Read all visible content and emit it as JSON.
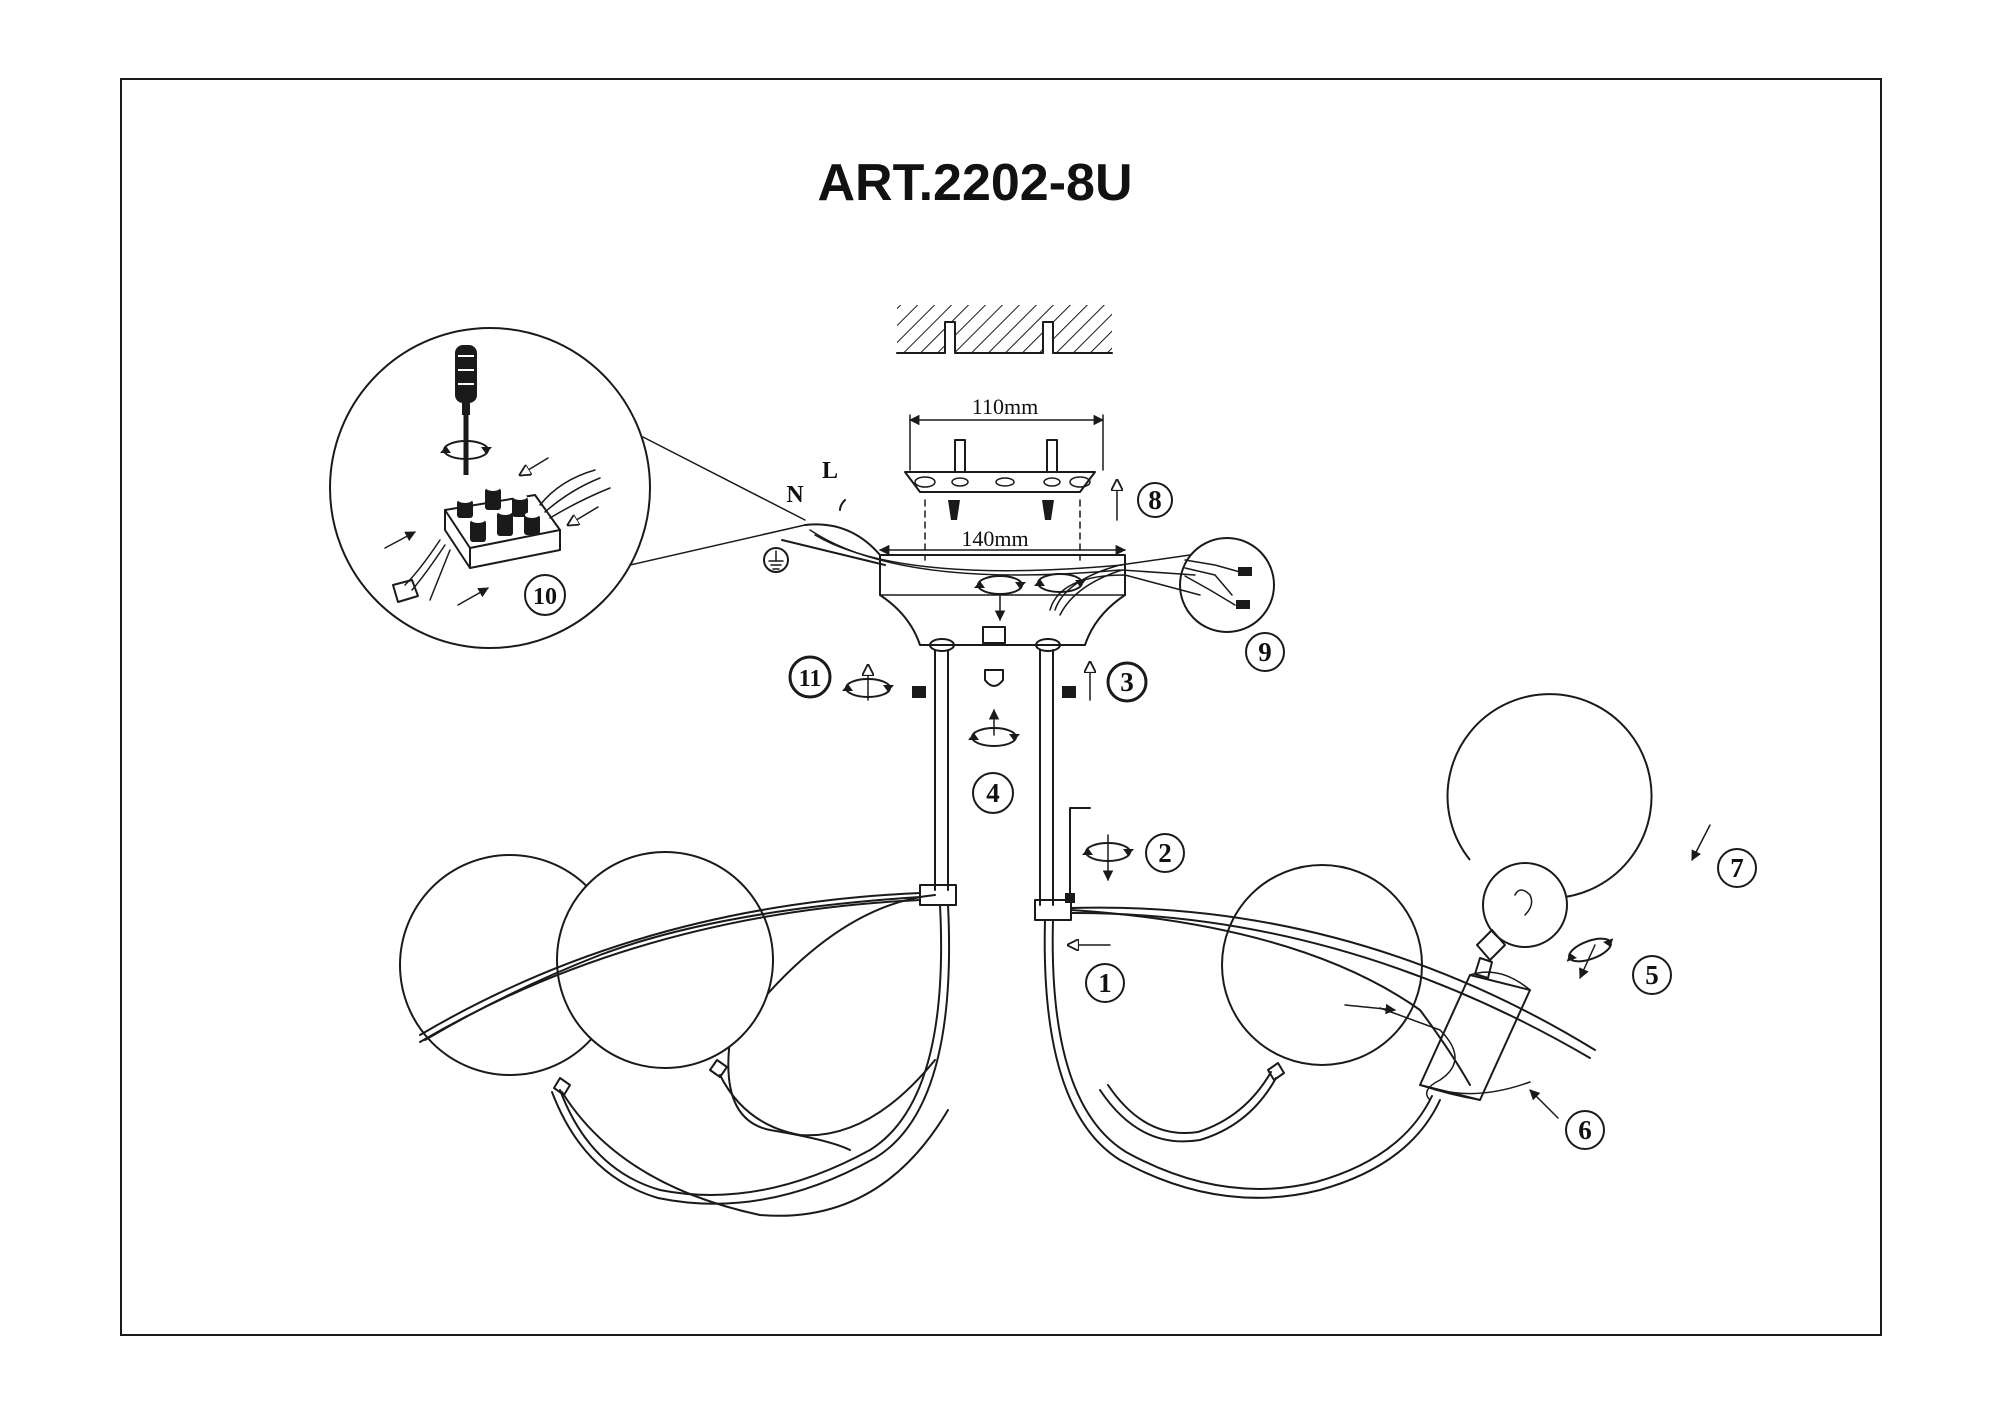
{
  "title": "ART.2202-8U",
  "dimensions": {
    "bracket_width": "110mm",
    "canopy_width": "140mm"
  },
  "wire_labels": {
    "neutral": "N",
    "live": "L"
  },
  "step_markers": [
    "1",
    "2",
    "3",
    "4",
    "5",
    "6",
    "7",
    "8",
    "9",
    "10",
    "11"
  ],
  "colors": {
    "line": "#1a1a1a",
    "background": "#ffffff"
  }
}
